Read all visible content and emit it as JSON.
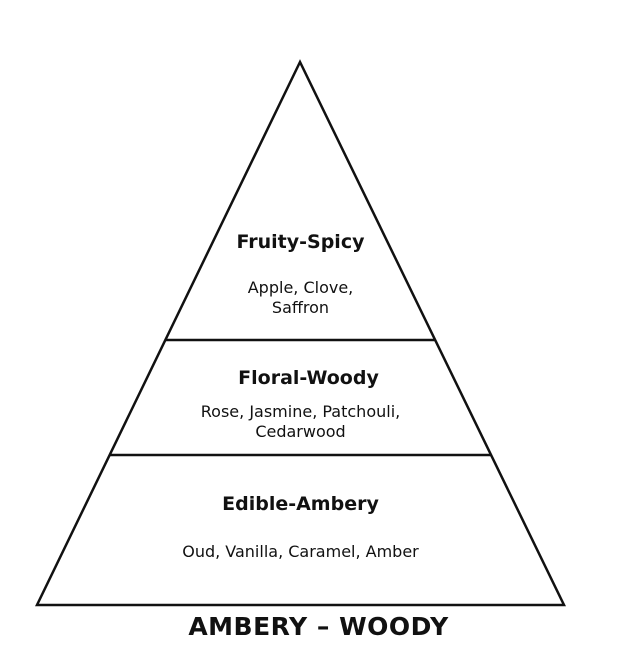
{
  "tiers": [
    {
      "title": "Fruity-Spicy",
      "notes": [
        "Apple, Clove,",
        "Saffron"
      ]
    },
    {
      "title": "Floral-Woody",
      "notes": [
        "Rose, Jasmine, Patchouli,",
        "Cedarwood"
      ]
    },
    {
      "title": "Edible-Ambery",
      "notes": [
        "Oud, Vanilla, Caramel, Amber"
      ]
    }
  ],
  "caption": "AMBERY – WOODY",
  "colors": {
    "stroke": "#111111",
    "background": "#ffffff"
  }
}
